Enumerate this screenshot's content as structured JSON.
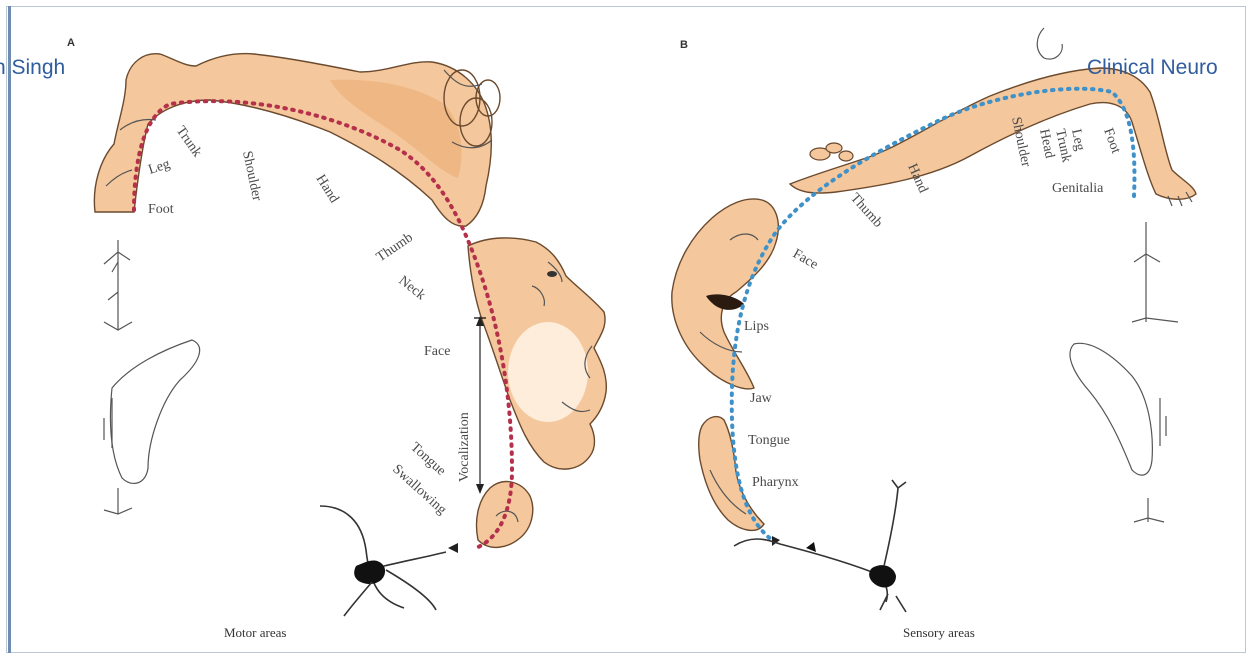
{
  "header": {
    "left_text": "n Singh",
    "right_text": "Clinical Neuro"
  },
  "panel_a": {
    "letter": "A",
    "caption": "Motor areas",
    "labels": [
      "Trunk",
      "Leg",
      "Foot",
      "Shoulder",
      "Hand",
      "Thumb",
      "Neck",
      "Face",
      "Vocalization",
      "Tongue",
      "Swallowing"
    ]
  },
  "panel_b": {
    "letter": "B",
    "caption": "Sensory areas",
    "labels": [
      "Leg",
      "Trunk",
      "Head",
      "Shoulder",
      "Foot",
      "Genitalia",
      "Hand",
      "Thumb",
      "Face",
      "Lips",
      "Jaw",
      "Tongue",
      "Pharynx"
    ]
  },
  "colors": {
    "motor_dots": "#b5304a",
    "sensory_dots": "#3f92c9",
    "body": "#f4c79c",
    "header_text": "#2f5d9e"
  }
}
